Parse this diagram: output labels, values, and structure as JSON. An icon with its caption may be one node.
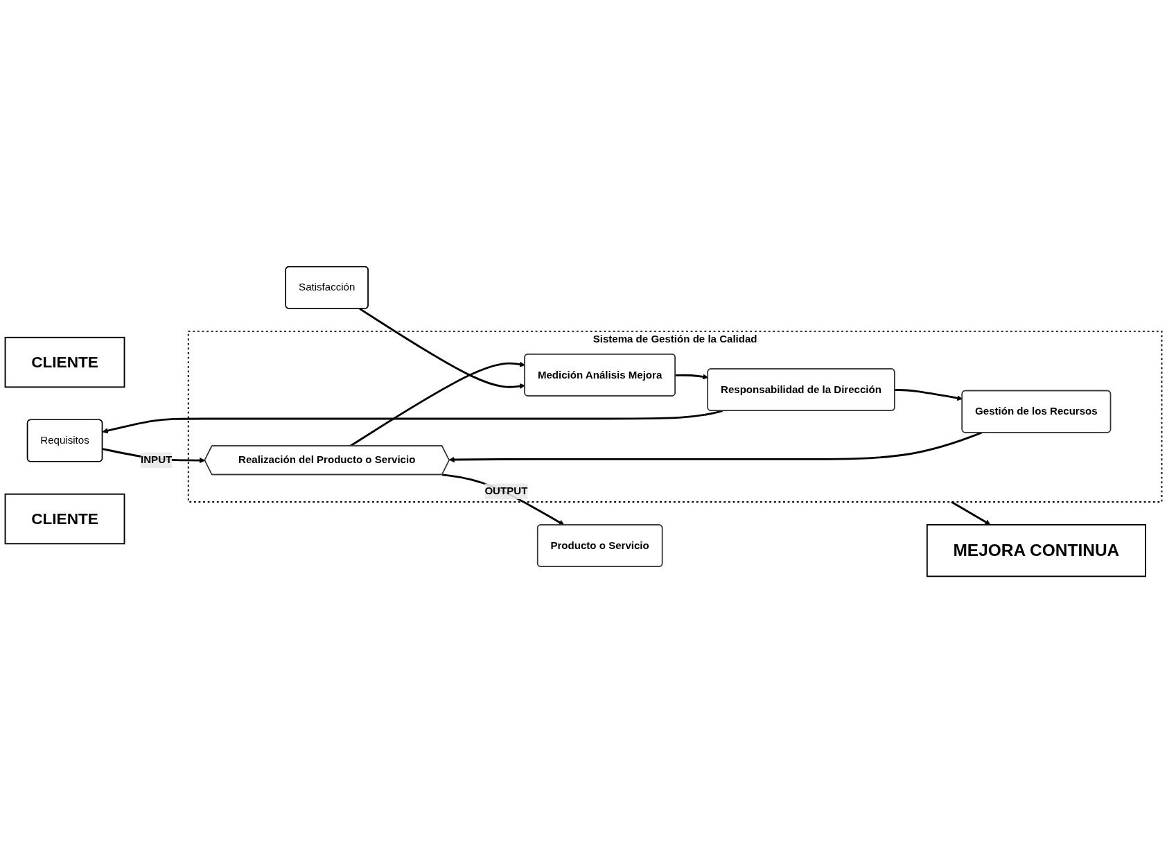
{
  "diagram": {
    "nodes": [
      {
        "text": [
          "MEJORA CONTINUA"
        ]
      },
      {
        "text": [
          "CLIENTE"
        ]
      },
      {
        "text": [
          "Requisitos"
        ]
      },
      {
        "text": [
          "Sistema de Gestión de la Calidad"
        ]
      },
      {
        "text": [
          "Responsabilidad de la Dirección"
        ],
        "in": 3
      },
      {
        "text": [
          "Gestión de los Recursos"
        ],
        "in": 3
      },
      {
        "text": [
          "Medición Análisis Mejora"
        ],
        "in": 3
      },
      {
        "text": [
          "Realización del Producto o Servicio"
        ],
        "in": 3
      },
      {
        "text": [
          "Producto o Servicio"
        ]
      },
      {
        "text": [
          "Satisfacción"
        ]
      },
      {
        "text": [
          "CLIENTE"
        ]
      }
    ],
    "edges": [
      {
        "from": 4,
        "to": 2,
        "arrow": "to"
      },
      {
        "from": 4,
        "to": 5,
        "arrow": "to"
      },
      {
        "from": 5,
        "to": 7,
        "arrow": "to"
      },
      {
        "from": 7,
        "to": 6,
        "arrow": "to"
      },
      {
        "from": 6,
        "to": 4,
        "arrow": "to"
      },
      {
        "from": 3,
        "to": 0,
        "arrow": "to"
      },
      {
        "from": 2,
        "to": 7,
        "label": "INPUT",
        "arrow": "to"
      },
      {
        "from": 7,
        "to": 8,
        "label": "OUTPUT",
        "arrow": "to"
      },
      {
        "from": 9,
        "to": 6,
        "arrow": "to"
      }
    ]
  }
}
